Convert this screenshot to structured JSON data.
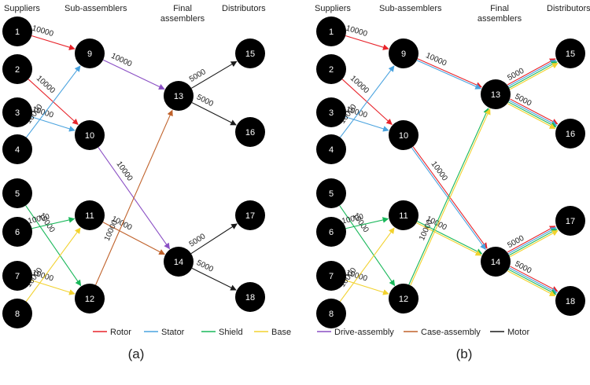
{
  "headers": {
    "suppliers": "Suppliers",
    "sub_assemblers": "Sub-assemblers",
    "final_assemblers_line1": "Final",
    "final_assemblers_line2": "assemblers",
    "distributors": "Distributors"
  },
  "panel_labels": [
    "(a)",
    "(b)"
  ],
  "legend": [
    {
      "label": "Rotor",
      "color": "#e8242b"
    },
    {
      "label": "Stator",
      "color": "#4aa3df"
    },
    {
      "label": "Shield",
      "color": "#19b85a"
    },
    {
      "label": "Base",
      "color": "#f2d22e"
    },
    {
      "label": "Drive-assembly",
      "color": "#8a4fc4"
    },
    {
      "label": "Case-assembly",
      "color": "#c0622b"
    },
    {
      "label": "Motor",
      "color": "#1a1a1a"
    }
  ],
  "nodes": [
    "1",
    "2",
    "3",
    "4",
    "5",
    "6",
    "7",
    "8",
    "9",
    "10",
    "11",
    "12",
    "13",
    "14",
    "15",
    "16",
    "17",
    "18"
  ],
  "panel_a": {
    "edges": [
      {
        "from": "1",
        "to": "9",
        "color": "#e8242b",
        "label": "10000"
      },
      {
        "from": "2",
        "to": "10",
        "color": "#e8242b",
        "label": "10000"
      },
      {
        "from": "3",
        "to": "10",
        "color": "#4aa3df",
        "label": "10000"
      },
      {
        "from": "4",
        "to": "9",
        "color": "#4aa3df",
        "label": "10000"
      },
      {
        "from": "5",
        "to": "12",
        "color": "#19b85a",
        "label": "10000"
      },
      {
        "from": "6",
        "to": "11",
        "color": "#19b85a",
        "label": "10000"
      },
      {
        "from": "7",
        "to": "12",
        "color": "#f2d22e",
        "label": "10000"
      },
      {
        "from": "8",
        "to": "11",
        "color": "#f2d22e",
        "label": "10000"
      },
      {
        "from": "9",
        "to": "13",
        "color": "#8a4fc4",
        "label": "10000"
      },
      {
        "from": "10",
        "to": "14",
        "color": "#8a4fc4",
        "label": "10000"
      },
      {
        "from": "11",
        "to": "14",
        "color": "#c0622b",
        "label": "10000"
      },
      {
        "from": "12",
        "to": "13",
        "color": "#c0622b",
        "label": "10000"
      },
      {
        "from": "13",
        "to": "15",
        "color": "#1a1a1a",
        "label": "5000"
      },
      {
        "from": "13",
        "to": "16",
        "color": "#1a1a1a",
        "label": "5000"
      },
      {
        "from": "14",
        "to": "17",
        "color": "#1a1a1a",
        "label": "5000"
      },
      {
        "from": "14",
        "to": "18",
        "color": "#1a1a1a",
        "label": "5000"
      }
    ]
  },
  "panel_b": {
    "edges": [
      {
        "from": "1",
        "to": "9",
        "colors": [
          "#e8242b"
        ],
        "label": "10000"
      },
      {
        "from": "2",
        "to": "10",
        "colors": [
          "#e8242b"
        ],
        "label": "10000"
      },
      {
        "from": "3",
        "to": "10",
        "colors": [
          "#4aa3df"
        ],
        "label": "10000"
      },
      {
        "from": "4",
        "to": "9",
        "colors": [
          "#4aa3df"
        ],
        "label": "10000"
      },
      {
        "from": "5",
        "to": "12",
        "colors": [
          "#19b85a"
        ],
        "label": "10000"
      },
      {
        "from": "6",
        "to": "11",
        "colors": [
          "#19b85a"
        ],
        "label": "10000"
      },
      {
        "from": "7",
        "to": "12",
        "colors": [
          "#f2d22e"
        ],
        "label": "10000"
      },
      {
        "from": "8",
        "to": "11",
        "colors": [
          "#f2d22e"
        ],
        "label": "10000"
      },
      {
        "from": "9",
        "to": "13",
        "colors": [
          "#e8242b",
          "#4aa3df"
        ],
        "label": "10000"
      },
      {
        "from": "10",
        "to": "14",
        "colors": [
          "#e8242b",
          "#4aa3df"
        ],
        "label": "10000"
      },
      {
        "from": "11",
        "to": "14",
        "colors": [
          "#19b85a",
          "#f2d22e"
        ],
        "label": "10000"
      },
      {
        "from": "12",
        "to": "13",
        "colors": [
          "#19b85a",
          "#f2d22e"
        ],
        "label": "10000"
      },
      {
        "from": "13",
        "to": "15",
        "colors": [
          "#e8242b",
          "#4aa3df",
          "#19b85a",
          "#f2d22e"
        ],
        "label": "5000"
      },
      {
        "from": "13",
        "to": "16",
        "colors": [
          "#e8242b",
          "#4aa3df",
          "#19b85a",
          "#f2d22e"
        ],
        "label": "5000"
      },
      {
        "from": "14",
        "to": "17",
        "colors": [
          "#e8242b",
          "#4aa3df",
          "#19b85a",
          "#f2d22e"
        ],
        "label": "5000"
      },
      {
        "from": "14",
        "to": "18",
        "colors": [
          "#e8242b",
          "#4aa3df",
          "#19b85a",
          "#f2d22e"
        ],
        "label": "5000"
      }
    ]
  }
}
